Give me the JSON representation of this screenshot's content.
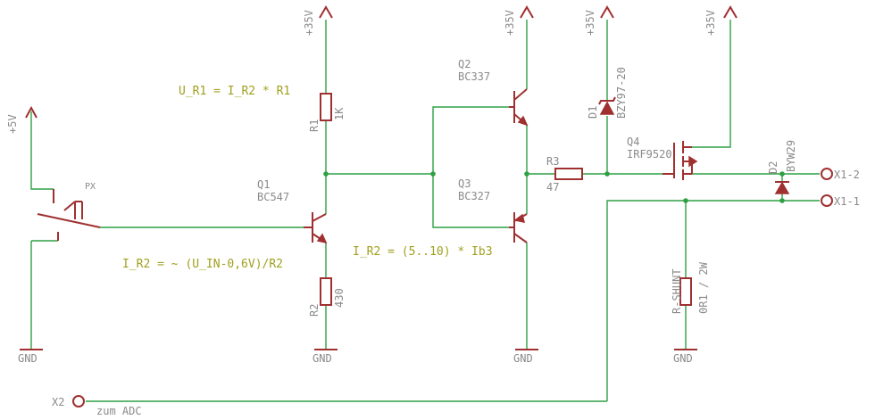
{
  "supplies": {
    "v5": "+5V",
    "v35_r1": "+35V",
    "v35_q2": "+35V",
    "v35_d1": "+35V",
    "v35_q4": "+35V"
  },
  "grounds": {
    "gnd_left": "GND",
    "gnd_r2": "GND",
    "gnd_q3": "GND",
    "gnd_shunt": "GND"
  },
  "components": {
    "px": {
      "name": "PX"
    },
    "r1": {
      "name": "R1",
      "value": "1K"
    },
    "r2": {
      "name": "R2",
      "value": "430"
    },
    "r3": {
      "name": "R3",
      "value": "47"
    },
    "q1": {
      "name": "Q1",
      "value": "BC547"
    },
    "q2": {
      "name": "Q2",
      "value": "BC337"
    },
    "q3": {
      "name": "Q3",
      "value": "BC327"
    },
    "q4": {
      "name": "Q4",
      "value": "IRF9520"
    },
    "d1": {
      "name": "D1",
      "value": "BZY97-20"
    },
    "d2": {
      "name": "D2",
      "value": "BYW29"
    },
    "rshunt": {
      "name": "R-SHUNT",
      "value": "0R1 / 2W"
    }
  },
  "connectors": {
    "x1_2": "X1-2",
    "x1_1": "X1-1",
    "x2": "X2",
    "x2_note": "zum ADC"
  },
  "annotations": {
    "ur1": "U_R1 = I_R2 * R1",
    "ir2_ulin": "I_R2 = ~ (U_IN-0,6V)/R2",
    "ir2_ib3": "I_R2 = (5..10) * Ib3"
  },
  "colors": {
    "wire": "#2ea043",
    "symbol": "#a03030",
    "label": "#8a8a8a",
    "annotation": "#a0a020"
  }
}
